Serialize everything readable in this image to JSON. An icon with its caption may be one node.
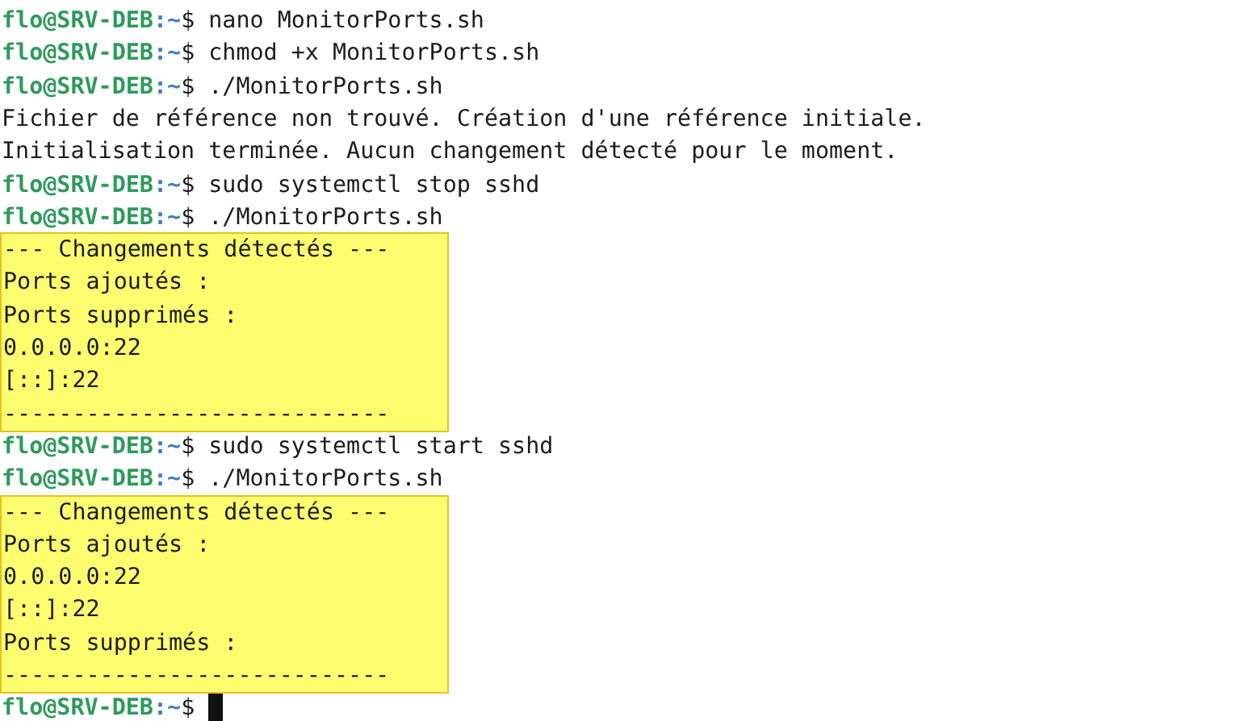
{
  "diagram": {
    "nodes": [
      {
        "text": [
          "--- Changements détectés ---",
          "Ports ajoutés :",
          "Ports supprimés :",
          "0.0.0.0:22",
          "[::]:22",
          "----------------------------"
        ]
      },
      {
        "text": [
          "--- Changements détectés ---",
          "Ports ajoutés :",
          "0.0.0.0:22",
          "[::]:22",
          "Ports supprimés :",
          "----------------------------"
        ]
      }
    ],
    "labels": [
      "flo@SRV-DEB",
      ":~",
      "$ nano MonitorPorts.sh",
      "flo@SRV-DEB",
      ":~",
      "$ chmod +x MonitorPorts.sh",
      "flo@SRV-DEB",
      ":~",
      "$ ./MonitorPorts.sh",
      "Fichier de référence non trouvé. Création d'une référence initiale.",
      "Initialisation terminée. Aucun changement détecté pour le moment.",
      "flo@SRV-DEB",
      ":~",
      "$ sudo systemctl stop sshd",
      "flo@SRV-DEB",
      ":~",
      "$ ./MonitorPorts.sh",
      "flo@SRV-DEB",
      ":~",
      "$ sudo systemctl start sshd",
      "flo@SRV-DEB",
      ":~",
      "$ ./MonitorPorts.sh",
      "flo@SRV-DEB",
      ":~",
      "$"
    ]
  }
}
